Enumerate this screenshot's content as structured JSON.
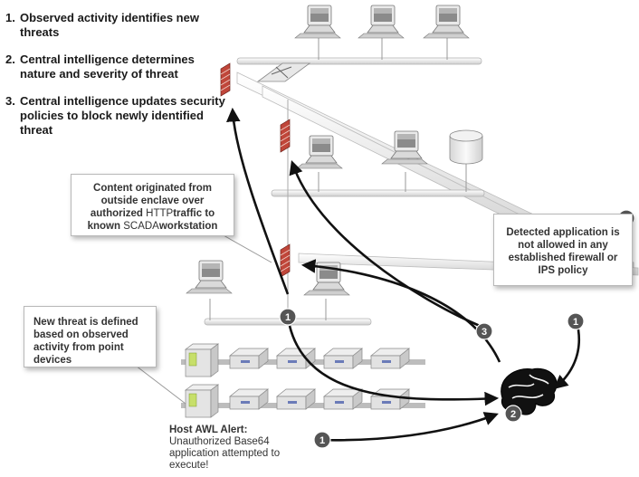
{
  "steps": [
    {
      "num": "1.",
      "text": "Observed activity identifies new threats"
    },
    {
      "num": "2.",
      "text": "Central intelligence determines nature and severity of threat"
    },
    {
      "num": "3.",
      "text": "Central intelligence updates security policies to block newly identified threat"
    }
  ],
  "callouts": {
    "content": {
      "line1": "Content originated from",
      "line2": "outside enclave  over",
      "line3a": "authorized ",
      "line3b": "HTTP",
      "line3c": "traffic to",
      "line4a": "known ",
      "line4b": "SCADA",
      "line4c": "workstation"
    },
    "threat": "New threat is defined based on observed activity from point devices",
    "detected": "Detected application is not allowed in any established firewall or IPS policy"
  },
  "alert": {
    "title": "Host AWL Alert:",
    "body": "Unauthorized Base64 application attempted to execute!"
  },
  "badges": {
    "one": "1",
    "two": "2",
    "three": "3"
  },
  "colors": {
    "firewall": "#b8453a",
    "badge": "#555555",
    "arrow": "#111111",
    "network_bar": "#e4e4e4"
  }
}
